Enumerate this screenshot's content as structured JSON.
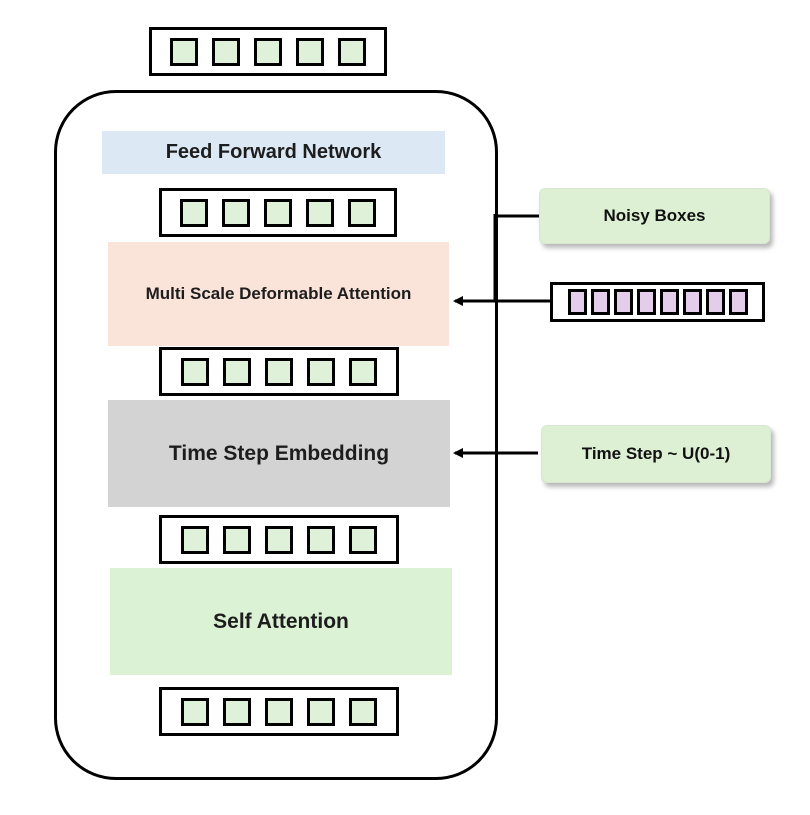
{
  "layers": {
    "ffn": {
      "label": "Feed Forward Network",
      "color": "#dce9f5"
    },
    "msda": {
      "label": "Multi Scale Deformable Attention",
      "color": "#fae3d9"
    },
    "time_embed": {
      "label": "Time Step Embedding",
      "color": "#d3d3d3"
    },
    "self_attn": {
      "label": "Self Attention",
      "color": "#dcf2d4"
    }
  },
  "inputs": {
    "noisy_boxes": {
      "label": "Noisy Boxes"
    },
    "time_step": {
      "label": "Time Step  ~ U(0-1)"
    }
  },
  "token_color": "#dff1d8",
  "noise_token_color": "#e3cdea",
  "tokens_per_strip": 5,
  "noise_tokens": 8
}
